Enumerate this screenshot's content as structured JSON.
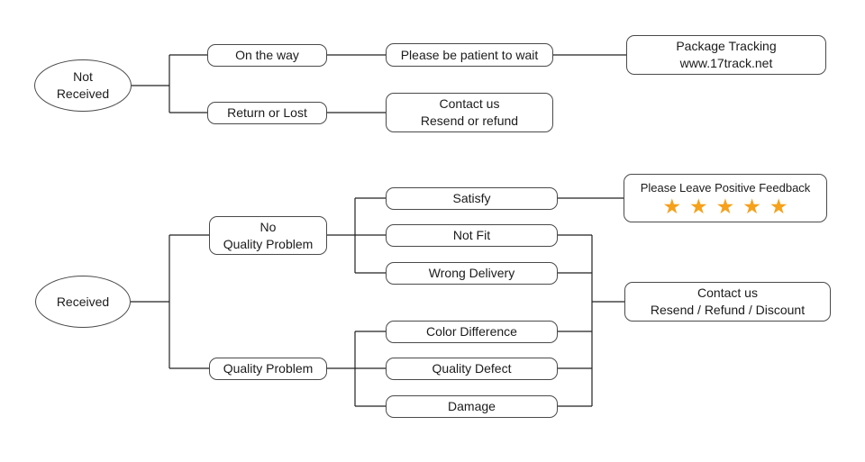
{
  "diagram_type": "flowchart",
  "colors": {
    "background": "#ffffff",
    "line": "#222222",
    "box_border": "#4a4a4a",
    "box_fill": "#ffffff",
    "text": "#1b1b1b",
    "star": "#f5a11b"
  },
  "nodes": {
    "not_received": {
      "lines": [
        "Not",
        "Received"
      ]
    },
    "on_the_way": {
      "label": "On the way"
    },
    "return_or_lost": {
      "label": "Return or Lost"
    },
    "be_patient": {
      "label": "Please be patient to wait"
    },
    "package_tracking": {
      "lines": [
        "Package Tracking",
        "www.17track.net"
      ]
    },
    "contact_resend_refund": {
      "lines": [
        "Contact us",
        "Resend or refund"
      ]
    },
    "received": {
      "label": "Received"
    },
    "no_quality_problem": {
      "lines": [
        "No",
        "Quality Problem"
      ]
    },
    "quality_problem": {
      "label": "Quality Problem"
    },
    "satisfy": {
      "label": "Satisfy"
    },
    "not_fit": {
      "label": "Not Fit"
    },
    "wrong_delivery": {
      "label": "Wrong Delivery"
    },
    "color_difference": {
      "label": "Color Difference"
    },
    "quality_defect": {
      "label": "Quality Defect"
    },
    "damage": {
      "label": "Damage"
    },
    "positive_feedback": {
      "label": "Please Leave Positive Feedback",
      "rating": 5,
      "stars": "★★★★★"
    },
    "contact_resend_refund_discount": {
      "lines": [
        "Contact us",
        "Resend / Refund / Discount"
      ]
    }
  },
  "edges": [
    {
      "from": "not_received",
      "to": "on_the_way"
    },
    {
      "from": "not_received",
      "to": "return_or_lost"
    },
    {
      "from": "on_the_way",
      "to": "be_patient"
    },
    {
      "from": "be_patient",
      "to": "package_tracking"
    },
    {
      "from": "return_or_lost",
      "to": "contact_resend_refund"
    },
    {
      "from": "received",
      "to": "no_quality_problem"
    },
    {
      "from": "received",
      "to": "quality_problem"
    },
    {
      "from": "no_quality_problem",
      "to": "satisfy"
    },
    {
      "from": "no_quality_problem",
      "to": "not_fit"
    },
    {
      "from": "no_quality_problem",
      "to": "wrong_delivery"
    },
    {
      "from": "satisfy",
      "to": "positive_feedback"
    },
    {
      "from": "not_fit",
      "to": "contact_resend_refund_discount"
    },
    {
      "from": "wrong_delivery",
      "to": "contact_resend_refund_discount"
    },
    {
      "from": "quality_problem",
      "to": "color_difference"
    },
    {
      "from": "quality_problem",
      "to": "quality_defect"
    },
    {
      "from": "quality_problem",
      "to": "damage"
    },
    {
      "from": "color_difference",
      "to": "contact_resend_refund_discount"
    },
    {
      "from": "quality_defect",
      "to": "contact_resend_refund_discount"
    },
    {
      "from": "damage",
      "to": "contact_resend_refund_discount"
    }
  ]
}
